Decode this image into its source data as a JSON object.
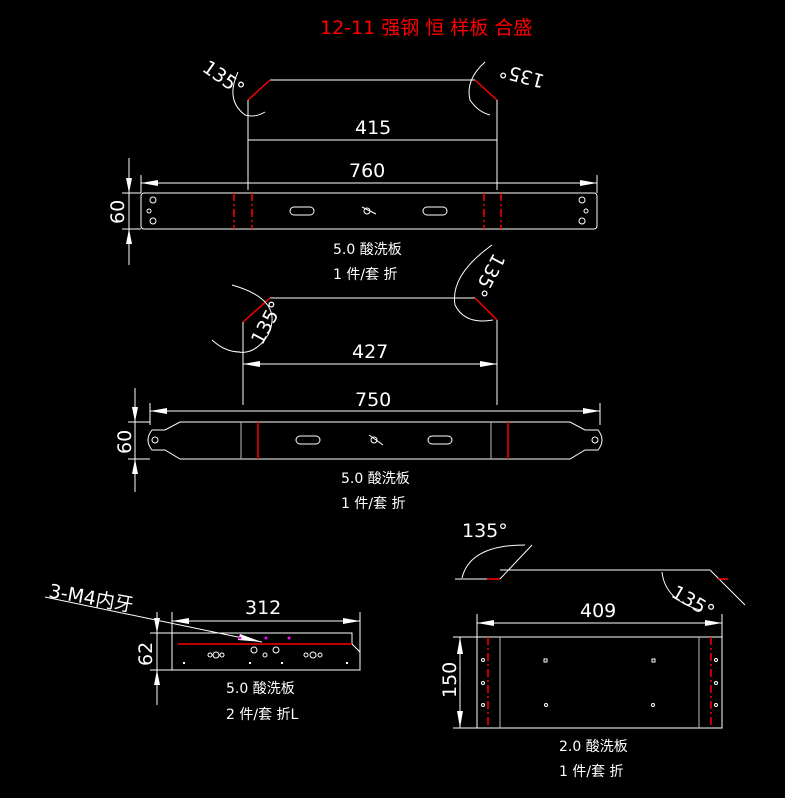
{
  "title": "12-11 强钢 恒 样板 合盛",
  "parts": [
    {
      "bend_angle_left": "135°",
      "bend_angle_right": "135°",
      "inner_dim": "415",
      "length_dim": "760",
      "height_dim": "60",
      "material": "5.0 酸洗板",
      "qty": "1 件/套 折"
    },
    {
      "bend_angle_left": "135°",
      "bend_angle_right": "135°",
      "inner_dim": "427",
      "length_dim": "750",
      "height_dim": "60",
      "material": "5.0 酸洗板",
      "qty": "1 件/套 折"
    },
    {
      "note": "3-M4内牙",
      "length_dim": "312",
      "height_dim": "62",
      "material": "5.0 酸洗板",
      "qty": "2 件/套 折L"
    },
    {
      "bend_angle_left": "135°",
      "bend_angle_right": "135°",
      "length_dim": "409",
      "height_dim": "150",
      "material": "2.0 酸洗板",
      "qty": "1 件/套 折"
    }
  ],
  "colors": {
    "background": "#000000",
    "lines": "#ffffff",
    "bend": "#ff0000",
    "title": "#ff0000",
    "thread": "#ff00ff"
  }
}
